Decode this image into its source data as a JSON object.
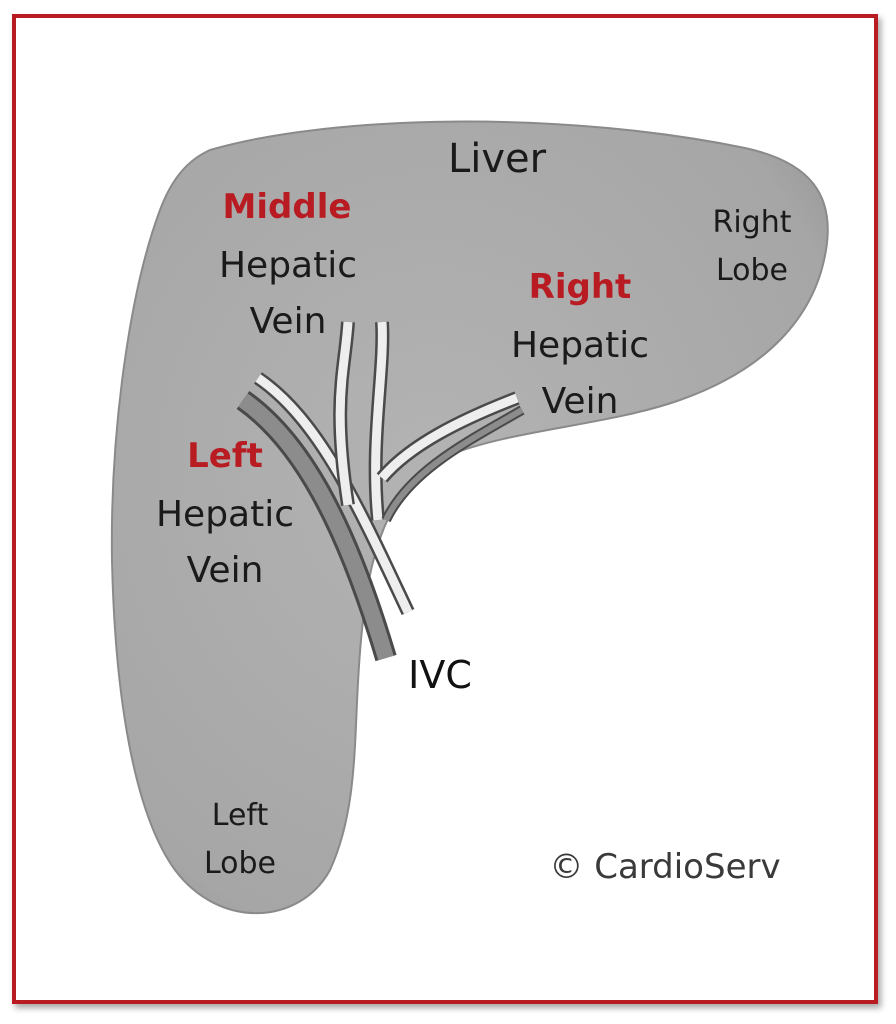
{
  "colors": {
    "frame": "#b81c22",
    "liver_fill": "#a9a9a9",
    "accent_red": "#b81c22",
    "vein_light": "#f2f2f2",
    "vein_dark": "#555555"
  },
  "labels": {
    "liver": "Liver",
    "right_lobe_line1": "Right",
    "right_lobe_line2": "Lobe",
    "left_lobe_line1": "Left",
    "left_lobe_line2": "Lobe",
    "ivc": "IVC",
    "copyright": "© CardioServ"
  },
  "veins": {
    "middle": {
      "name": "Middle",
      "line2": "Hepatic",
      "line3": "Vein"
    },
    "right": {
      "name": "Right",
      "line2": "Hepatic",
      "line3": "Vein"
    },
    "left": {
      "name": "Left",
      "line2": "Hepatic",
      "line3": "Vein"
    }
  }
}
